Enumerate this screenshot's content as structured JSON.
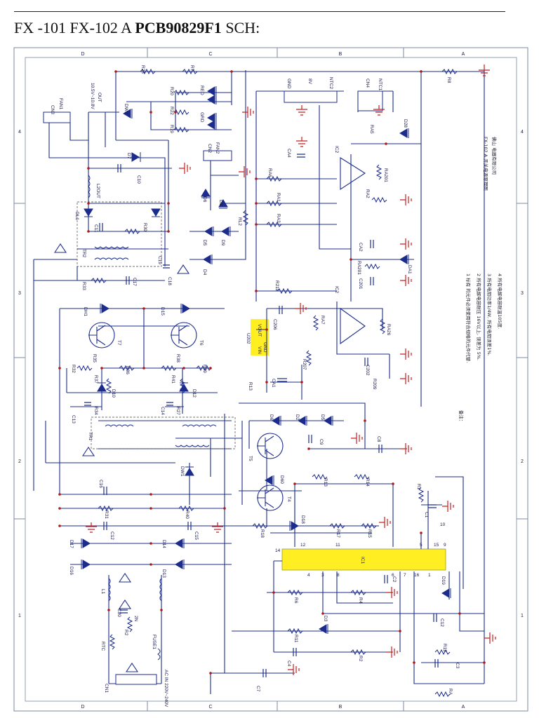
{
  "title": {
    "part1": "FX -101 FX-102 A",
    "part2": "PCB90829F1",
    "part3": "SCH:"
  },
  "grid": {
    "cols": [
      "D",
      "C",
      "B",
      "A"
    ],
    "rows": [
      "4",
      "3",
      "2",
      "1"
    ]
  },
  "connectors": {
    "fan": "FAN1",
    "cn3": "CN3",
    "out": "OUT",
    "out_range": "10.5V~10.8V",
    "fan2": "FAN2",
    "cn2": "CN2",
    "gnd": "GND",
    "v8": "8V",
    "ntc2": "NTC2",
    "cn4": "CN4",
    "ntc1": "NTC1",
    "ac_in": "AC IN 220V~240V",
    "cn1": "CN1",
    "fuse": "FUSE1",
    "ntc": "RTC"
  },
  "components": {
    "dw2": "DW2",
    "r28": "R28",
    "r7": "R7",
    "r8": "R8",
    "r20": "R20",
    "r22": "R22",
    "r19": "R19",
    "red": "RED",
    "grd": "GRD",
    "d7": "D7",
    "c10": "C10",
    "l2out": "L2OUT",
    "d6": "D6",
    "d8": "D8",
    "rl2": "RL2",
    "d5": "D5",
    "d9": "D9",
    "d4": "D4",
    "dl1": "DL1",
    "c11": "C11",
    "r30": "R30",
    "c19": "C19",
    "c18": "C18",
    "r33": "R33",
    "c17": "C17",
    "tr2": "TR2",
    "ca4": "CA4",
    "ra6": "RA6",
    "ra1": "RA1",
    "ra3": "RA3",
    "ic2a": "IC2",
    "ra5": "RA5",
    "d28": "D28",
    "ra2": "RA2",
    "ra201": "RA201",
    "ca2": "CA2",
    "ra201b": "RA201",
    "da1": "DA1",
    "c201": "C201",
    "r211": "R211",
    "ic2b": "IC2",
    "ra7": "RA7",
    "ra26": "RA26",
    "dh1": "DH1",
    "d15": "D15",
    "t7": "T7",
    "t6": "T6",
    "r35": "R35",
    "r36": "R36",
    "r32": "R32",
    "r37": "R37",
    "r41": "R41",
    "r38": "R38",
    "r39": "R39",
    "d10": "D10",
    "d12": "D12",
    "c13": "C13",
    "r34": "R34",
    "c14": "C14",
    "r27": "R27",
    "u202": "U202",
    "vout": "VOUT",
    "vin": "VIN",
    "gnd2": "GND",
    "c206": "C206",
    "r207": "R207",
    "c202": "C202",
    "r209": "R209",
    "r13": "R13",
    "ca1": "CA1",
    "tr1": "TR1",
    "dw1": "DW1",
    "tr3": "TR3",
    "d6b": "D6",
    "d2": "D2",
    "d5b": "D5",
    "c9": "C9",
    "c8": "C8",
    "t5": "T5",
    "t4": "T4",
    "d60": "D60",
    "r13b": "R13",
    "r14": "R14",
    "c16": "C16",
    "r31": "R31",
    "r40": "R40",
    "c12": "C12",
    "c15": "C15",
    "d17": "D17",
    "d14": "D14",
    "d16": "D16",
    "d13": "D13",
    "r18": "R18",
    "d18": "D18",
    "r17": "R17",
    "r15": "R15",
    "r1": "R1",
    "c1": "C1",
    "ic1": "IC1",
    "r6": "R6",
    "c2": "C2",
    "r4": "R4",
    "d19": "D19",
    "l1": "L1",
    "c20": "C20",
    "r2a": "R2",
    "v2": "2N",
    "d3": "D3",
    "r11": "R11",
    "c12b": "C12",
    "r2": "R2",
    "c4": "C4",
    "r12": "R12",
    "c3": "C3",
    "c7": "C7",
    "ra": "RA"
  },
  "pins": {
    "ic1": [
      "12",
      "11",
      "14",
      "5",
      "15",
      "9",
      "16",
      "1",
      "4",
      "3",
      "8",
      "7",
      "10",
      "6"
    ]
  },
  "title_block": {
    "line1": "FX-102 A 开关电源原理图",
    "line2": "佛山  电器有限公司"
  },
  "notes": {
    "heading": "备注：",
    "n1": "1 标有 的元件必须使用符合规格的元件代替.",
    "n2": "2 所有电解电容耐压 16V以上, 误差为 5%.",
    "n3": "3 所有电阻功率1/4W, 所有电阻误差1%.",
    "n4": "4 所有电解电容耐温105度."
  },
  "colors": {
    "wire": "#1c2c8c",
    "ground": "#c81e1e",
    "node": "#b01818",
    "highlight": "#ffee22",
    "border": "#7a8aa0",
    "text": "#1a1a4a"
  }
}
